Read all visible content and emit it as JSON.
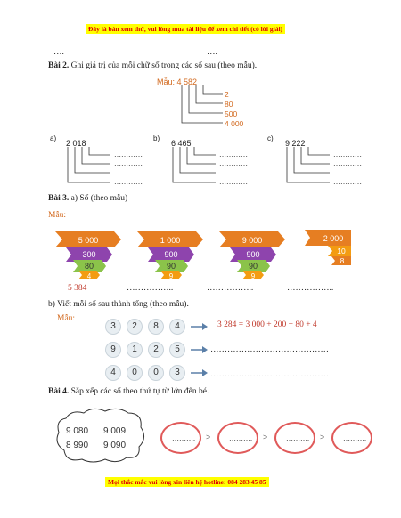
{
  "header_banner": "Đây là bản xem thử, vui lòng mua tài liệu để xem chi tiết (có lời giải)",
  "footer_banner": "Mọi thắc mắc vui lòng xin liên hệ hotline: 084 283 45 85",
  "top_dots": [
    "….",
    "…."
  ],
  "bai2": {
    "title": "Bài 2.",
    "instruction": "Ghi giá trị của mỗi chữ số trong các số sau (theo mẫu).",
    "sample_label": "Mẫu:",
    "sample_number": "4 582",
    "sample_values": [
      "2",
      "80",
      "500",
      "4 000"
    ],
    "items": [
      {
        "letter": "a)",
        "number": "2 018"
      },
      {
        "letter": "b)",
        "number": "6 465"
      },
      {
        "letter": "c)",
        "number": "9 222"
      }
    ],
    "blank": "…………"
  },
  "bai3": {
    "title": "Bài 3.",
    "part_a": "a) Số (theo mẫu)",
    "sample_label": "Mẫu:",
    "ribbons": [
      {
        "parts": [
          "5 000",
          "300",
          "80",
          "4"
        ]
      },
      {
        "parts": [
          "1 000",
          "900",
          "90",
          "9"
        ]
      },
      {
        "parts": [
          "9 000",
          "900",
          "90",
          "9"
        ]
      },
      {
        "parts": [
          "2 000",
          "10",
          "8"
        ]
      }
    ],
    "answers": [
      "5 384",
      "……………..",
      "……………..",
      "……………..",
      "b) Viết mỗi số sau thành tổng (theo mẫu)."
    ],
    "part_b_label": "Mẫu:",
    "rows": [
      {
        "digits": [
          "3",
          "2",
          "8",
          "4"
        ]
      },
      {
        "digits": [
          "9",
          "1",
          "2",
          "5"
        ]
      },
      {
        "digits": [
          "4",
          "0",
          "0",
          "3"
        ]
      }
    ],
    "sample_sum": "3 284 = 3 000 + 200 + 80 + 4",
    "sum_blank": "……………………………………"
  },
  "bai4": {
    "title": "Bài 4.",
    "instruction": "Sắp xếp các số theo thứ tự từ lớn đến bé.",
    "numbers": [
      "9 080",
      "9 009",
      "8 990",
      "9 090"
    ],
    "slot": "……….",
    "separator": ">"
  },
  "colors": {
    "ribbon_orange": "#e67e22",
    "ribbon_purple": "#8e44ad",
    "ribbon_green": "#8bc34a",
    "circle_red": "#e05a5a",
    "banner_yellow": "#ffff00",
    "banner_red": "#e00000"
  },
  "icons": [
    "arrow-right-icon"
  ]
}
